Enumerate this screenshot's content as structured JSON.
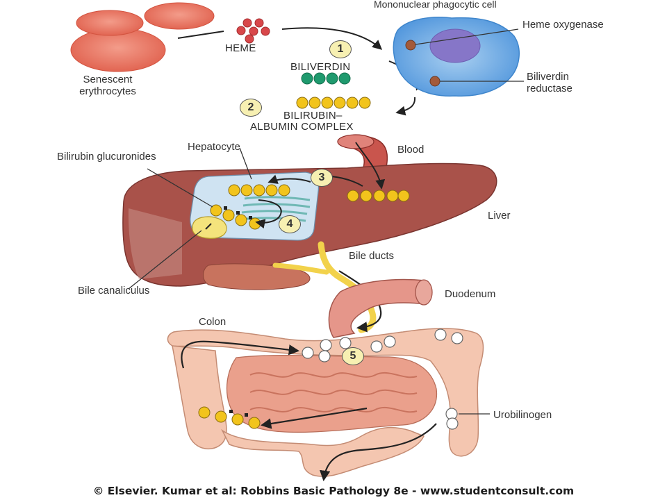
{
  "diagram": {
    "labels": {
      "senescent_erythrocytes": "Senescent erythrocytes",
      "heme": "HEME",
      "mononuclear_cell": "Mononuclear phagocytic cell",
      "heme_oxygenase": "Heme oxygenase",
      "biliverdin_reductase": "Biliverdin reductase",
      "biliverdin": "BILIVERDIN",
      "bilirubin_albumin_line1": "BILIRUBIN–",
      "bilirubin_albumin_line2": "ALBUMIN COMPLEX",
      "hepatocyte": "Hepatocyte",
      "blood": "Blood",
      "bilirubin_glucuronides": "Bilirubin glucuronides",
      "liver": "Liver",
      "bile_ducts": "Bile ducts",
      "bile_canaliculus": "Bile canaliculus",
      "duodenum": "Duodenum",
      "colon": "Colon",
      "urobilinogen": "Urobilinogen"
    },
    "steps": [
      "1",
      "2",
      "3",
      "4",
      "5"
    ],
    "colors": {
      "erythrocyte": "#e8705f",
      "heme": "#d8474a",
      "biliverdin": "#1f9a6e",
      "bilirubin": "#f2c41c",
      "liver": "#a9524a",
      "hepatocyte": "#cfe3f2",
      "cell": "#5aa0e0",
      "nucleus": "#8676c8",
      "enzyme": "#a35a3a",
      "bile": "#f2d24b",
      "intestine": "#f4c6b0",
      "urobilinogen": "#ffffff"
    },
    "footer": "© Elsevier. Kumar et al: Robbins Basic Pathology 8e - www.studentconsult.com"
  }
}
